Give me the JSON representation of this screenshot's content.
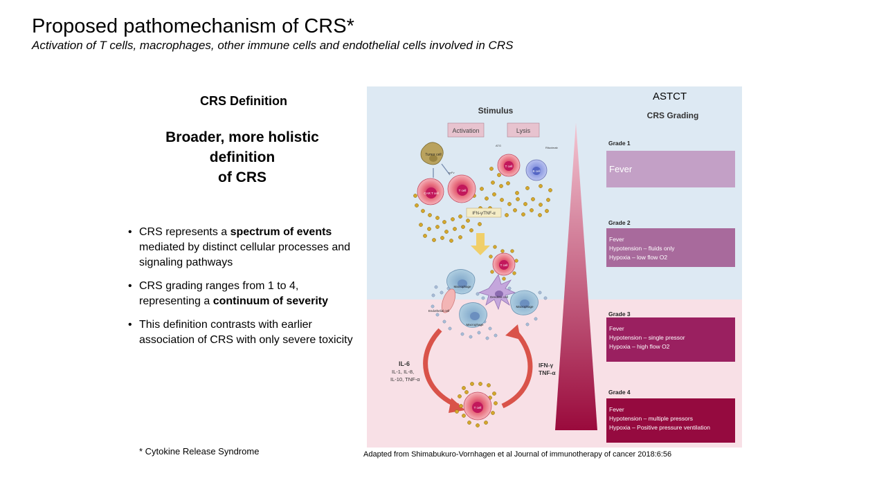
{
  "slide": {
    "title": "Proposed pathomechanism of CRS*",
    "subtitle": "Activation of T cells, macrophages, other immune cells and endothelial cells involved in CRS"
  },
  "definition": {
    "heading": "CRS Definition",
    "big_lines": [
      "Broader, more holistic",
      "definition",
      "of CRS"
    ],
    "bullets": [
      [
        {
          "text": "CRS represents a "
        },
        {
          "text": "spectrum of events",
          "bold": true
        },
        {
          "text": " mediated by distinct cellular processes and signaling pathways"
        }
      ],
      [
        {
          "text": "CRS grading ranges from 1 to 4, representing a "
        },
        {
          "text": "continuum of severity",
          "bold": true
        }
      ],
      [
        {
          "text": "This definition contrasts with earlier association of CRS with only severe toxicity"
        }
      ]
    ]
  },
  "footnote": "* Cytokine Release Syndrome",
  "citation": "Adapted from Shimabukuro-Vornhagen et al Journal of immunotherapy of cancer 2018:6:56",
  "figure": {
    "astct_label": "ASTCT",
    "stimulus_title": "Stimulus",
    "stimulus_tags": [
      "Activation",
      "Lysis"
    ],
    "cell_labels": {
      "tumor": "Tumor cell",
      "cart_1": "CAR T cell",
      "tcell_1": "T cell",
      "tcell_2": "T cell",
      "bcell": "B cell",
      "macrophage_1": "Macrophage",
      "macrophage_2": "Macrophage",
      "macrophage_3": "Macrophage",
      "dendritic": "Dendritic cell",
      "endothelial": "Endothelial cell",
      "tcell_3": "T cell",
      "tcell_bottom": "T cell",
      "small_1": "scFv",
      "small_2": "ATG",
      "small_3": "Rituximab"
    },
    "cytokine_box": "IFN-γ/TNF-α",
    "left_cytokines": {
      "main": "IL-6",
      "others": [
        "IL-1, IL-8,",
        "IL-10, TNF-α"
      ]
    },
    "right_cytokines": [
      "IFN-γ",
      "TNF-α"
    ],
    "grading_title": "CRS Grading",
    "grades": [
      {
        "label": "Grade 1",
        "items": [
          "Fever"
        ],
        "color": "#c3a0c6"
      },
      {
        "label": "Grade 2",
        "items": [
          "Fever",
          "Hypotension – fluids only",
          "Hypoxia – low flow O2"
        ],
        "color": "#a86a9c"
      },
      {
        "label": "Grade 3",
        "items": [
          "Fever",
          "Hypotension – single pressor",
          "Hypoxia – high flow O2"
        ],
        "color": "#9a2060"
      },
      {
        "label": "Grade 4",
        "items": [
          "Fever",
          "Hypotension – multiple pressors",
          "Hypoxia – Positive pressure ventilation"
        ],
        "color": "#950a3f"
      }
    ],
    "colors": {
      "upper_band": "#dde9f3",
      "lower_band": "#f8e0e6",
      "triangle_top": "#f4c6d2",
      "triangle_bottom": "#9a0a3c",
      "arrow": "#d9534a",
      "down_arrow": "#f0cf6a"
    }
  }
}
